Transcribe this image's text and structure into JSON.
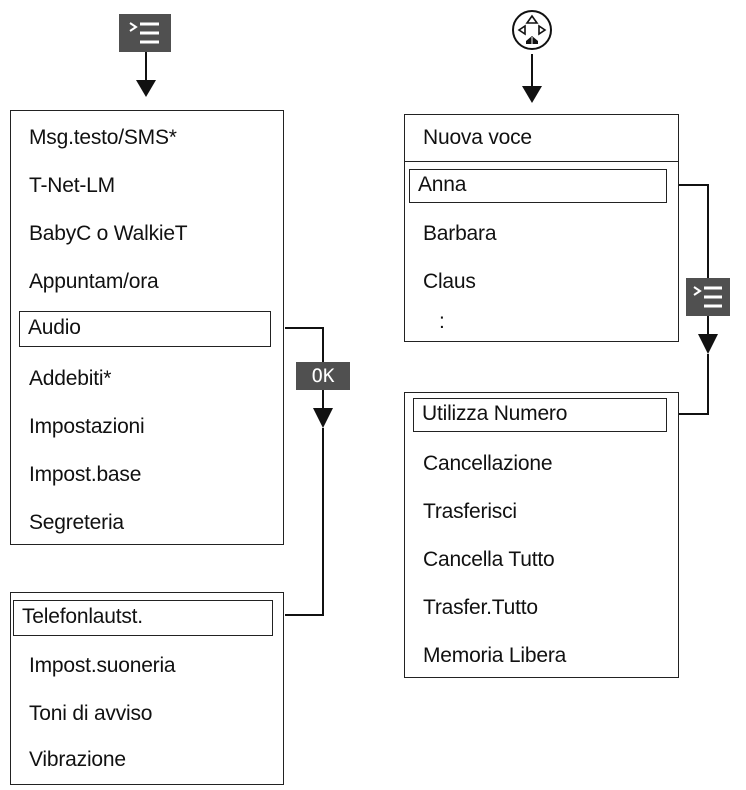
{
  "menu_main": {
    "items": [
      "Msg.testo/SMS*",
      "T-Net-LM",
      "BabyC o WalkieT",
      "Appuntam/ora",
      "Audio",
      "Addebiti*",
      "Impostazioni",
      "Impost.base",
      "Segreteria"
    ],
    "selected_index": 4
  },
  "menu_audio": {
    "items": [
      "Telefonlautst.",
      "Impost.suoneria",
      "Toni di avviso",
      "Vibrazione"
    ],
    "selected_index": 0
  },
  "phonebook": {
    "items": [
      "Nuova voce",
      "Anna",
      "Barbara",
      "Claus",
      ":"
    ],
    "selected_index": 1
  },
  "entry_options": {
    "items": [
      "Utilizza Numero",
      "Cancellazione",
      "Trasferisci",
      "Cancella Tutto",
      "Trasfer.Tutto",
      "Memoria Libera"
    ],
    "selected_index": 0
  },
  "keys": {
    "menu_key_icon": "menu-list-icon",
    "ok_label": "OK",
    "nav_key_icon": "navigation-key-icon",
    "key_color": "#505050"
  }
}
